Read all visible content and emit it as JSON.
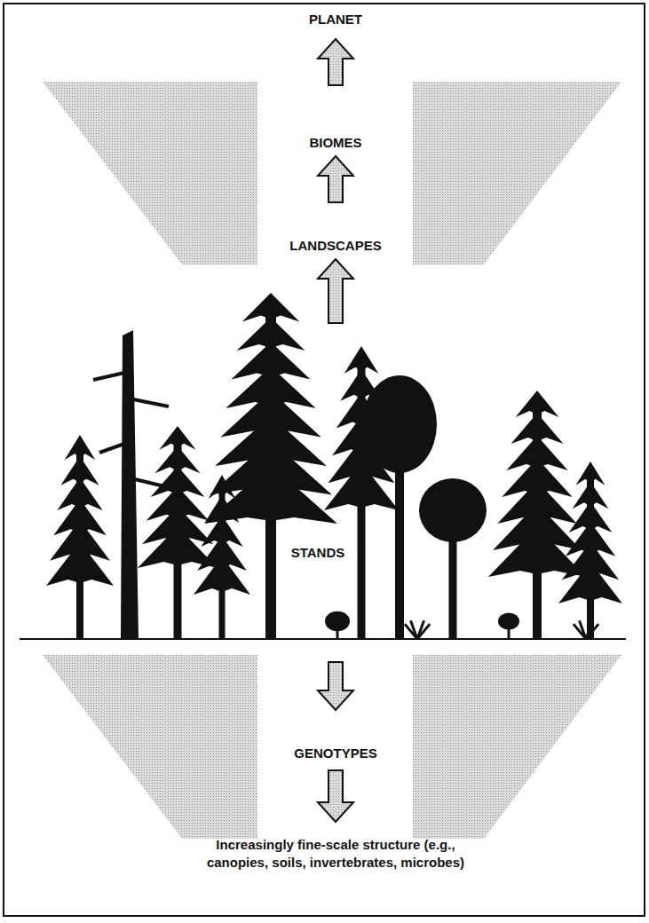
{
  "diagram": {
    "labels": [
      "PLANET",
      "BIOMES",
      "LANDSCAPES",
      "STANDS",
      "GENOTYPES",
      "Increasingly fine-scale structure (e.g., canopies, soils, invertebrates, microbes)"
    ]
  }
}
